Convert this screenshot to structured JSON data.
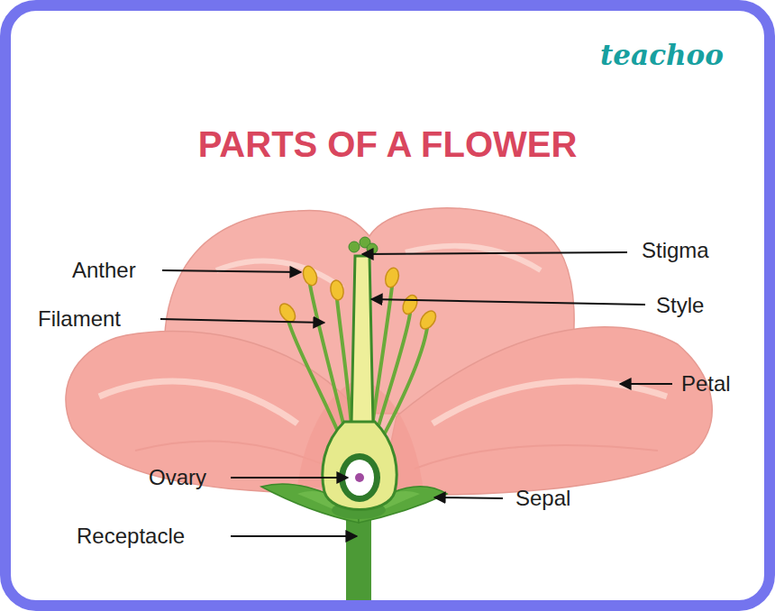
{
  "diagram": {
    "title": "PARTS OF A FLOWER",
    "labels": [
      "teachoo",
      "Anther",
      "Filament",
      "Ovary",
      "Receptacle",
      "Stigma",
      "Style",
      "Petal",
      "Sepal"
    ]
  }
}
